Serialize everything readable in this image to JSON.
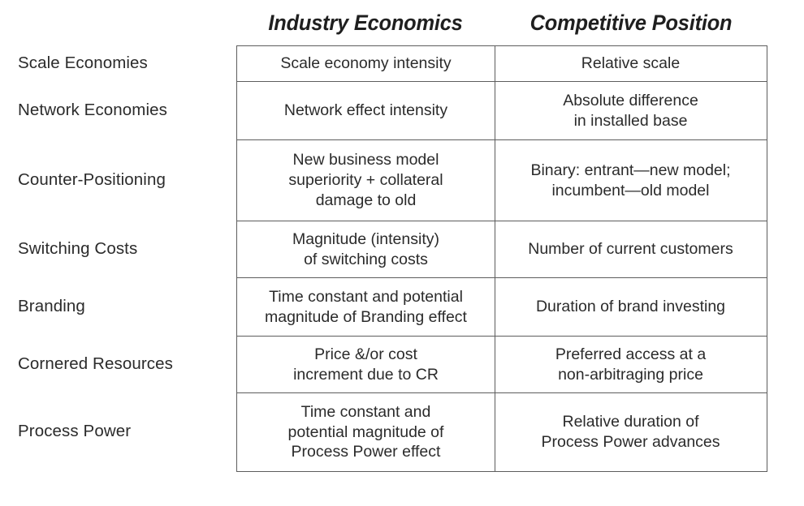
{
  "table": {
    "column_headers": [
      "Industry Economics",
      "Competitive Position"
    ],
    "rows": [
      {
        "label": "Scale Economies",
        "industry_economics": "Scale economy intensity",
        "competitive_position": "Relative scale"
      },
      {
        "label": "Network Economies",
        "industry_economics": "Network effect intensity",
        "competitive_position": "Absolute difference\nin installed base"
      },
      {
        "label": "Counter-Positioning",
        "industry_economics": "New business model\nsuperiority + collateral\ndamage to old",
        "competitive_position": "Binary: entrant—new model;\nincumbent—old model"
      },
      {
        "label": "Switching Costs",
        "industry_economics": "Magnitude (intensity)\nof switching costs",
        "competitive_position": "Number of current customers"
      },
      {
        "label": "Branding",
        "industry_economics": "Time constant and potential\nmagnitude of Branding effect",
        "competitive_position": "Duration of brand investing"
      },
      {
        "label": "Cornered Resources",
        "industry_economics": "Price &/or cost\nincrement due to CR",
        "competitive_position": "Preferred access at a\nnon-arbitraging price"
      },
      {
        "label": "Process Power",
        "industry_economics": "Time constant and\npotential magnitude of\nProcess Power effect",
        "competitive_position": "Relative duration of\nProcess Power advances"
      }
    ]
  },
  "colors": {
    "border": "#5d5d5d",
    "text": "#2b2b2b",
    "header_text": "#1f1f1f",
    "background": "#ffffff"
  }
}
